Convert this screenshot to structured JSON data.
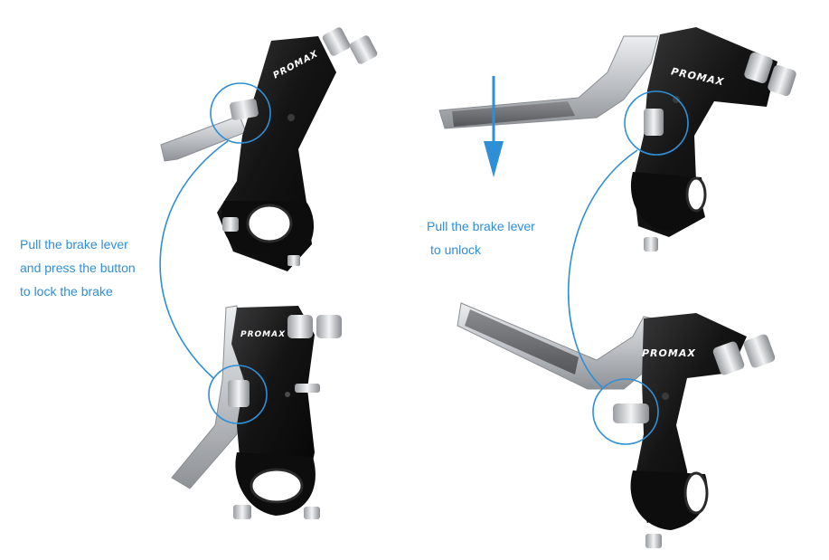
{
  "captions": {
    "lock": {
      "line1": "Pull the brake lever",
      "line2": "and press the button",
      "line3": "to lock the brake"
    },
    "unlock": {
      "line1": "Pull the brake lever",
      "line2": "to unlock"
    }
  },
  "brand": "PROMAX",
  "colors": {
    "accent": "#2f8fd6",
    "body": "#141414",
    "silver": "#c9ccd0",
    "grip": "#6e6f72"
  },
  "icons": {
    "direction_arrow": "arrow-down-icon"
  }
}
